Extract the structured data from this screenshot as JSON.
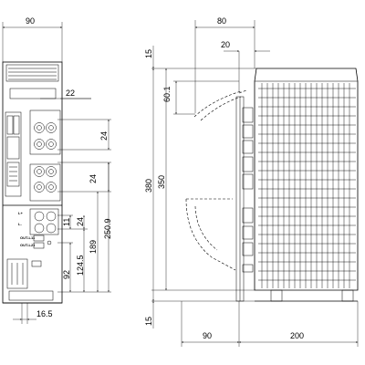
{
  "dimensions": {
    "front_width": "90",
    "top_offset": "80",
    "top_inner": "20",
    "cable_offset": "60.1",
    "total_height": "380",
    "body_height": "350",
    "front_22": "22",
    "front_24a": "24",
    "front_24b": "24",
    "front_24c": "24",
    "front_11": "11",
    "front_250_9": "250.9",
    "front_189": "189",
    "front_124_5": "124.5",
    "front_92": "92",
    "front_16_5": "16.5",
    "side_15_top": "15",
    "side_15_bottom": "15",
    "side_90": "90",
    "side_200": "200"
  },
  "labels": {
    "out_l11": "OUT-L11",
    "out_l21": "OUT-L21",
    "l_plus": "L+",
    "l_minus": "L-"
  }
}
